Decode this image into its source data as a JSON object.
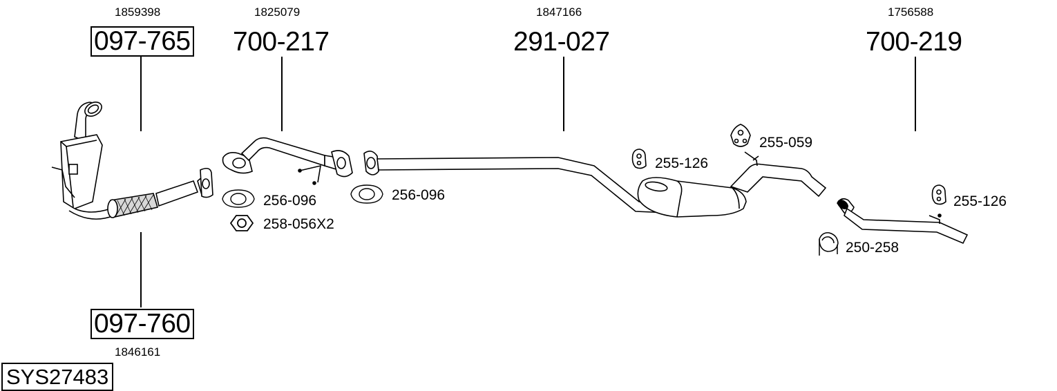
{
  "system_code": "SYS27483",
  "parts": [
    {
      "oe": "1859398",
      "part": "097-765",
      "boxed": true,
      "component": "catalytic converter"
    },
    {
      "oe": "1846161",
      "part": "097-760",
      "boxed": true,
      "component": "flex pipe"
    },
    {
      "oe": "1825079",
      "part": "700-217",
      "boxed": false,
      "component": "front pipe"
    },
    {
      "oe": "1847166",
      "part": "291-027",
      "boxed": false,
      "component": "middle silencer"
    },
    {
      "oe": "1756588",
      "part": "700-219",
      "boxed": false,
      "component": "tail pipe"
    }
  ],
  "accessories": [
    {
      "code": "256-096",
      "icon": "gasket-icon"
    },
    {
      "code": "258-056X2",
      "icon": "nut-icon"
    },
    {
      "code": "256-096",
      "icon": "gasket-icon"
    },
    {
      "code": "255-126",
      "icon": "rubber-hanger-icon"
    },
    {
      "code": "255-059",
      "icon": "rubber-hanger-icon"
    },
    {
      "code": "255-126",
      "icon": "rubber-hanger-icon"
    },
    {
      "code": "250-258",
      "icon": "clamp-icon"
    }
  ],
  "colors": {
    "line": "#000000",
    "fill": "#ffffff",
    "shade": "#d8d8d8"
  }
}
